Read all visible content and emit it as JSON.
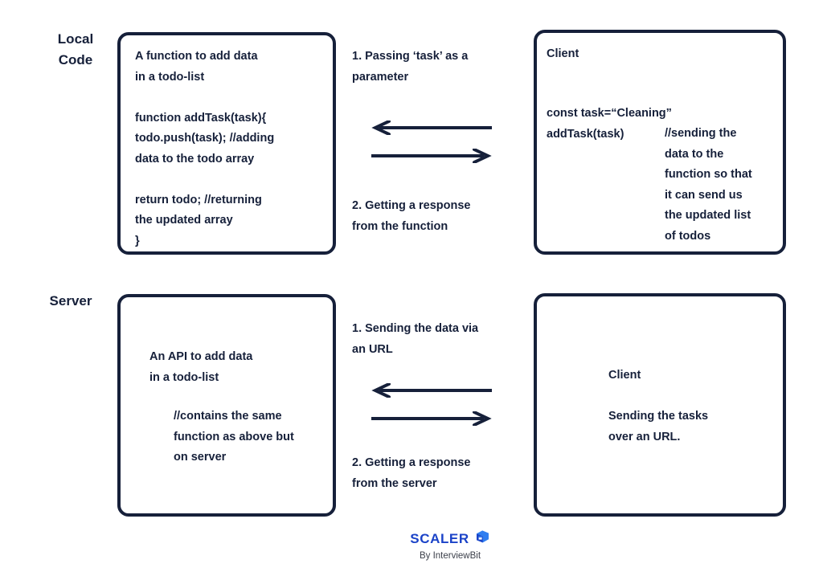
{
  "rows": {
    "local": {
      "label": "Local\nCode"
    },
    "server": {
      "label": "Server"
    }
  },
  "panels": {
    "local_function": {
      "text": "A function to add data\nin a todo-list\n\nfunction addTask(task){\n     todo.push(task); //adding\n     data to the todo array\n\n     return todo; //returning\n     the updated array\n}"
    },
    "local_client": {
      "title": "Client",
      "code": "const task=“Cleaning”\naddTask(task)",
      "comment": "//sending the\ndata to the\nfunction so that\nit can send us\nthe updated list\nof todos"
    },
    "server_api": {
      "title": "An API to add data\nin a todo-list",
      "comment": "//contains the same\nfunction as above but\non server"
    },
    "server_client": {
      "text": "Client\n\nSending the tasks\nover an URL."
    }
  },
  "flows": {
    "local": {
      "note_1": "1. Passing ‘task’ as a\nparameter",
      "note_2": "2. Getting a response\nfrom the function",
      "arrow_1_direction": "left",
      "arrow_2_direction": "right"
    },
    "server": {
      "note_1": "1. Sending the data via\nan URL",
      "note_2": "2. Getting a response\nfrom the server",
      "arrow_1_direction": "left",
      "arrow_2_direction": "right"
    }
  },
  "brand": {
    "wordmark": "SCALER",
    "tagline": "By InterviewBit",
    "mark_icon": "cube-icon"
  },
  "colors": {
    "stroke": "#16203a",
    "text": "#16203a",
    "brand_blue": "#1b43c8",
    "brand_mark_light": "#2f7ef0",
    "background": "#ffffff"
  }
}
